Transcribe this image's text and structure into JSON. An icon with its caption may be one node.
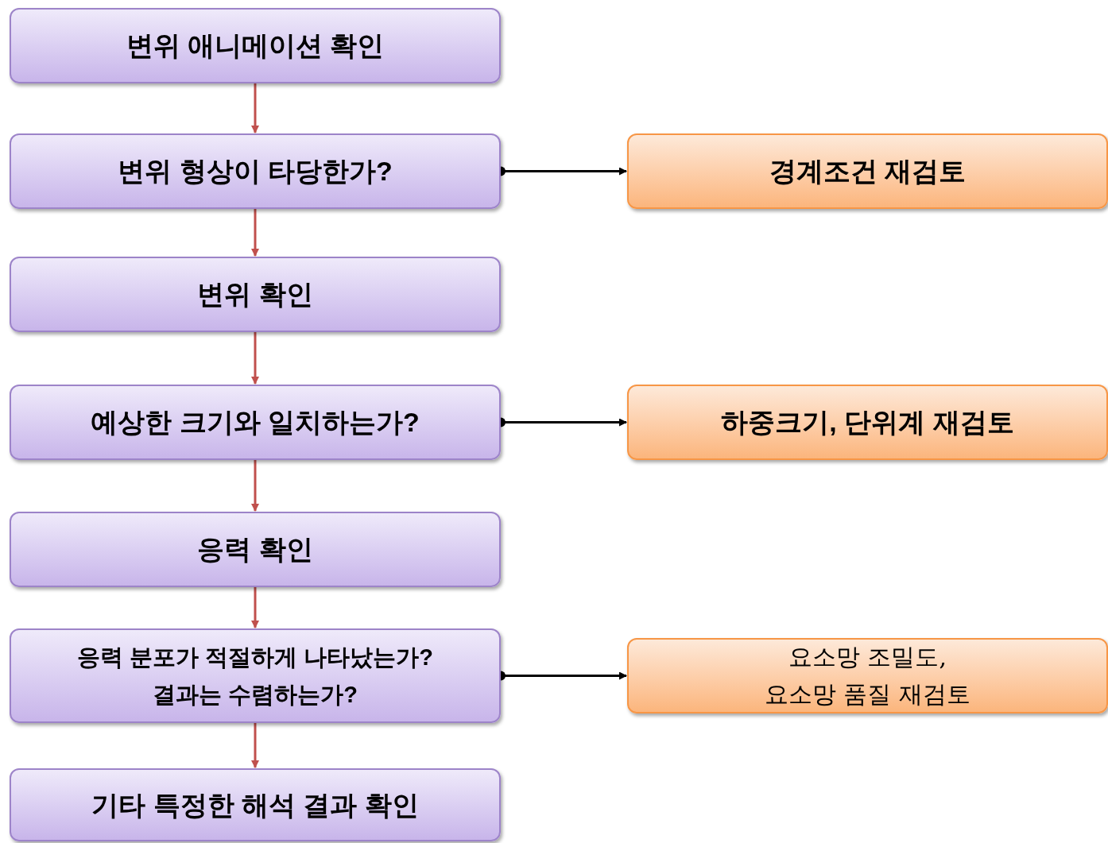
{
  "diagram": {
    "nodes": [
      {
        "text": [
          "변위 애니메이션 확인"
        ]
      },
      {
        "text": [
          "변위 형상이 타당한가?"
        ]
      },
      {
        "text": [
          "변위 확인"
        ]
      },
      {
        "text": [
          "예상한 크기와 일치하는가?"
        ]
      },
      {
        "text": [
          "응력 확인"
        ]
      },
      {
        "text": [
          "응력 분포가 적절하게 나타났는가?",
          "결과는 수렴하는가?"
        ]
      },
      {
        "text": [
          "기타 특정한 해석 결과 확인"
        ]
      },
      {
        "text": [
          "경계조건 재검토"
        ]
      },
      {
        "text": [
          "하중크기, 단위계 재검토"
        ]
      },
      {
        "text": [
          "요소망 조밀도,",
          "요소망 품질 재검토"
        ]
      }
    ],
    "edges": [
      {
        "from": 0,
        "to": 1,
        "arrow": "to"
      },
      {
        "from": 1,
        "to": 2,
        "arrow": "to"
      },
      {
        "from": 2,
        "to": 3,
        "arrow": "to"
      },
      {
        "from": 3,
        "to": 4,
        "arrow": "to"
      },
      {
        "from": 4,
        "to": 5,
        "arrow": "to"
      },
      {
        "from": 5,
        "to": 6,
        "arrow": "to"
      },
      {
        "from": 1,
        "to": 7,
        "arrow": "to",
        "color": "#000000"
      },
      {
        "from": 3,
        "to": 8,
        "arrow": "to",
        "color": "#000000"
      },
      {
        "from": 5,
        "to": 9,
        "arrow": "to",
        "color": "#000000"
      }
    ]
  }
}
